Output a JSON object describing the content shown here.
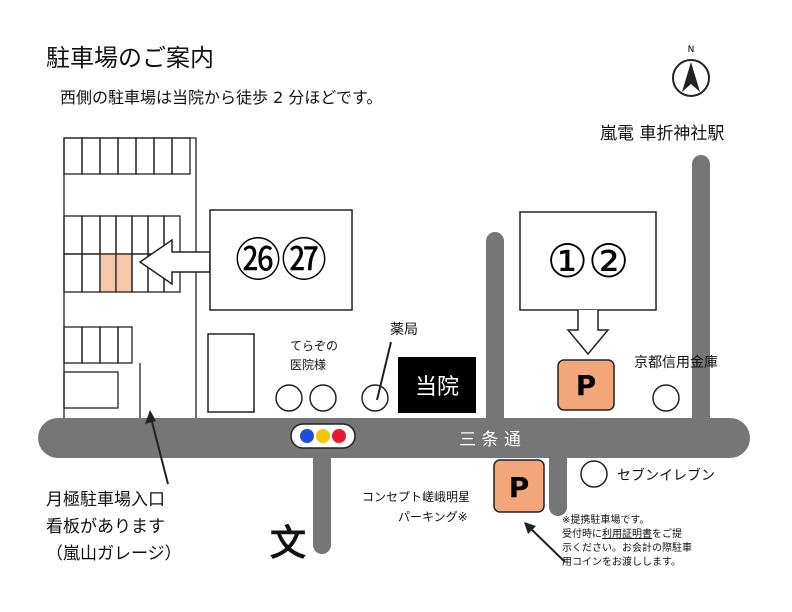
{
  "map": {
    "title": "駐車場のご案内",
    "subtitle": "西側の駐車場は当院から徒歩 2 分ほどです。",
    "station": "嵐電 車折神社駅",
    "north_label": "N",
    "street_name": "三 条 通",
    "lot_west_numbers": "㉖㉗",
    "lot_east_numbers": "①②",
    "parking_symbol": "P",
    "temple_label_1": "てらぞの",
    "temple_label_2": "医院様",
    "pharmacy_label": "薬局",
    "clinic_label": "当院",
    "bank_label": "京都信用金庫",
    "seven_eleven_label": "セブンイレブン",
    "concept_label_1": "コンセプト嵯峨明星",
    "concept_label_2": "パーキング※",
    "kanban_lines": [
      "月極駐車場入口",
      "看板があります",
      "（嵐山ガレージ）"
    ],
    "shrine_symbol": "文",
    "note": {
      "line1": "※提携駐車場です。",
      "line2_pre": "受付時に",
      "line2_underline": "利用証明書",
      "line2_post": "をご提",
      "line3": "示ください。お会計の際駐車",
      "line4": "用コインをお渡しします。"
    },
    "colors": {
      "road": "#767676",
      "parking_fill": "#f2a67a",
      "highlight_stall": "#f6c7a8",
      "signal_red": "#e8192c",
      "signal_yellow": "#f7c600",
      "signal_blue": "#1f4fd8"
    }
  }
}
